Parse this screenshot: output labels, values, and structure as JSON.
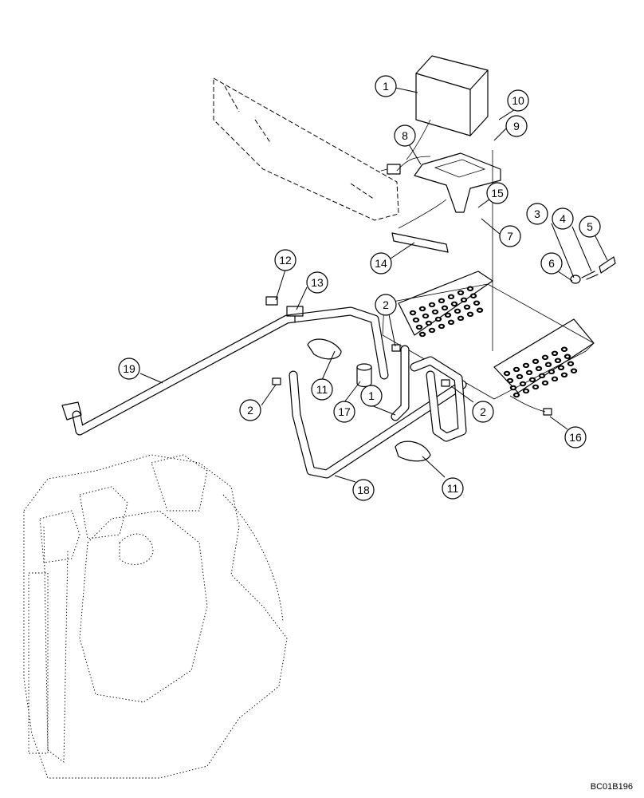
{
  "figure_ref": "BC01B196",
  "callouts": [
    {
      "id": "c1a",
      "label": "1"
    },
    {
      "id": "c10",
      "label": "10"
    },
    {
      "id": "c9",
      "label": "9"
    },
    {
      "id": "c8",
      "label": "8"
    },
    {
      "id": "c15",
      "label": "15"
    },
    {
      "id": "c7",
      "label": "7"
    },
    {
      "id": "c14",
      "label": "14"
    },
    {
      "id": "c3",
      "label": "3"
    },
    {
      "id": "c4",
      "label": "4"
    },
    {
      "id": "c5",
      "label": "5"
    },
    {
      "id": "c6",
      "label": "6"
    },
    {
      "id": "c12",
      "label": "12"
    },
    {
      "id": "c13",
      "label": "13"
    },
    {
      "id": "c2a",
      "label": "2"
    },
    {
      "id": "c19",
      "label": "19"
    },
    {
      "id": "c11a",
      "label": "11"
    },
    {
      "id": "c17",
      "label": "17"
    },
    {
      "id": "c1b",
      "label": "1"
    },
    {
      "id": "c2b",
      "label": "2"
    },
    {
      "id": "c2c",
      "label": "2"
    },
    {
      "id": "c16",
      "label": "16"
    },
    {
      "id": "c18",
      "label": "18"
    },
    {
      "id": "c11b",
      "label": "11"
    }
  ]
}
